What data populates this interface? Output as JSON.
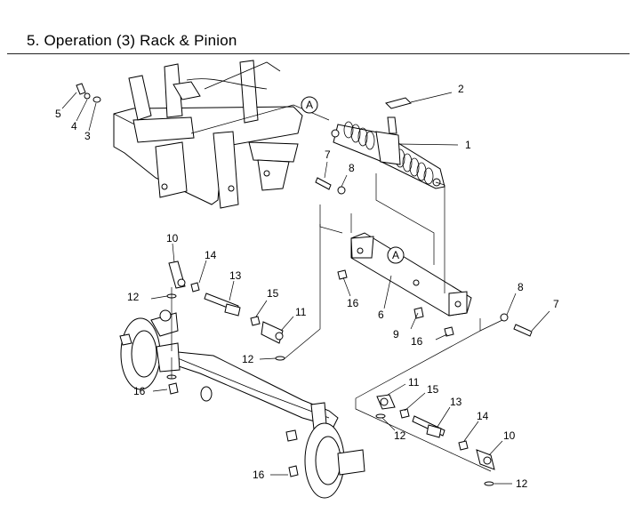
{
  "header": {
    "title": "5. Operation (3) Rack & Pinion"
  },
  "callouts": {
    "c1": "1",
    "c2": "2",
    "c3": "3",
    "c4": "4",
    "c5": "5",
    "c6": "6",
    "c7a": "7",
    "c7b": "7",
    "c8a": "8",
    "c8b": "8",
    "c9": "9",
    "c10a": "10",
    "c10b": "10",
    "c11a": "11",
    "c11b": "11",
    "c12a": "12",
    "c12b": "12",
    "c12c": "12",
    "c12d": "12",
    "c13a": "13",
    "c13b": "13",
    "c14a": "14",
    "c14b": "14",
    "c15a": "15",
    "c15b": "15",
    "c16a": "16",
    "c16b": "16",
    "c16c": "16",
    "c16d": "16",
    "refA1": "A",
    "refA2": "A"
  }
}
